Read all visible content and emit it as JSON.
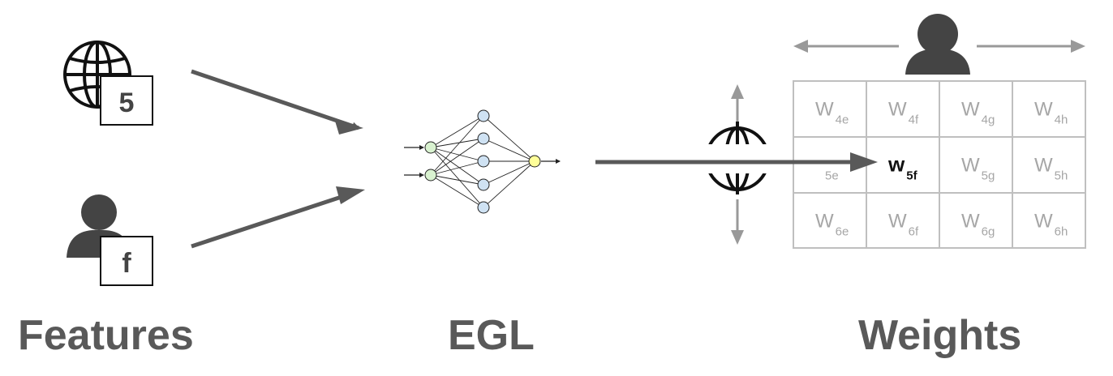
{
  "captions": {
    "features": "Features",
    "egl": "EGL",
    "weights": "Weights"
  },
  "features": {
    "globe_badge": "5",
    "user_badge": "f"
  },
  "weights_table": {
    "rows": [
      [
        {
          "base": "W",
          "sub": "4e"
        },
        {
          "base": "W",
          "sub": "4f"
        },
        {
          "base": "W",
          "sub": "4g"
        },
        {
          "base": "W",
          "sub": "4h"
        }
      ],
      [
        {
          "base": "",
          "sub": "5e"
        },
        {
          "base": "w",
          "sub": "5f"
        },
        {
          "base": "W",
          "sub": "5g"
        },
        {
          "base": "W",
          "sub": "5h"
        }
      ],
      [
        {
          "base": "W",
          "sub": "6e"
        },
        {
          "base": "W",
          "sub": "6f"
        },
        {
          "base": "W",
          "sub": "6g"
        },
        {
          "base": "W",
          "sub": "6h"
        }
      ]
    ],
    "active_cell": "5f"
  },
  "icons": [
    "globe-icon",
    "user-icon",
    "neural-network-icon",
    "arrow-icon"
  ],
  "colors": {
    "dark": "#595959",
    "grid": "#bfbfbf",
    "light_text": "#a6a6a6",
    "node_input": "#d9f2d0",
    "node_hidden": "#cfe2f3",
    "node_output": "#ffff99"
  }
}
